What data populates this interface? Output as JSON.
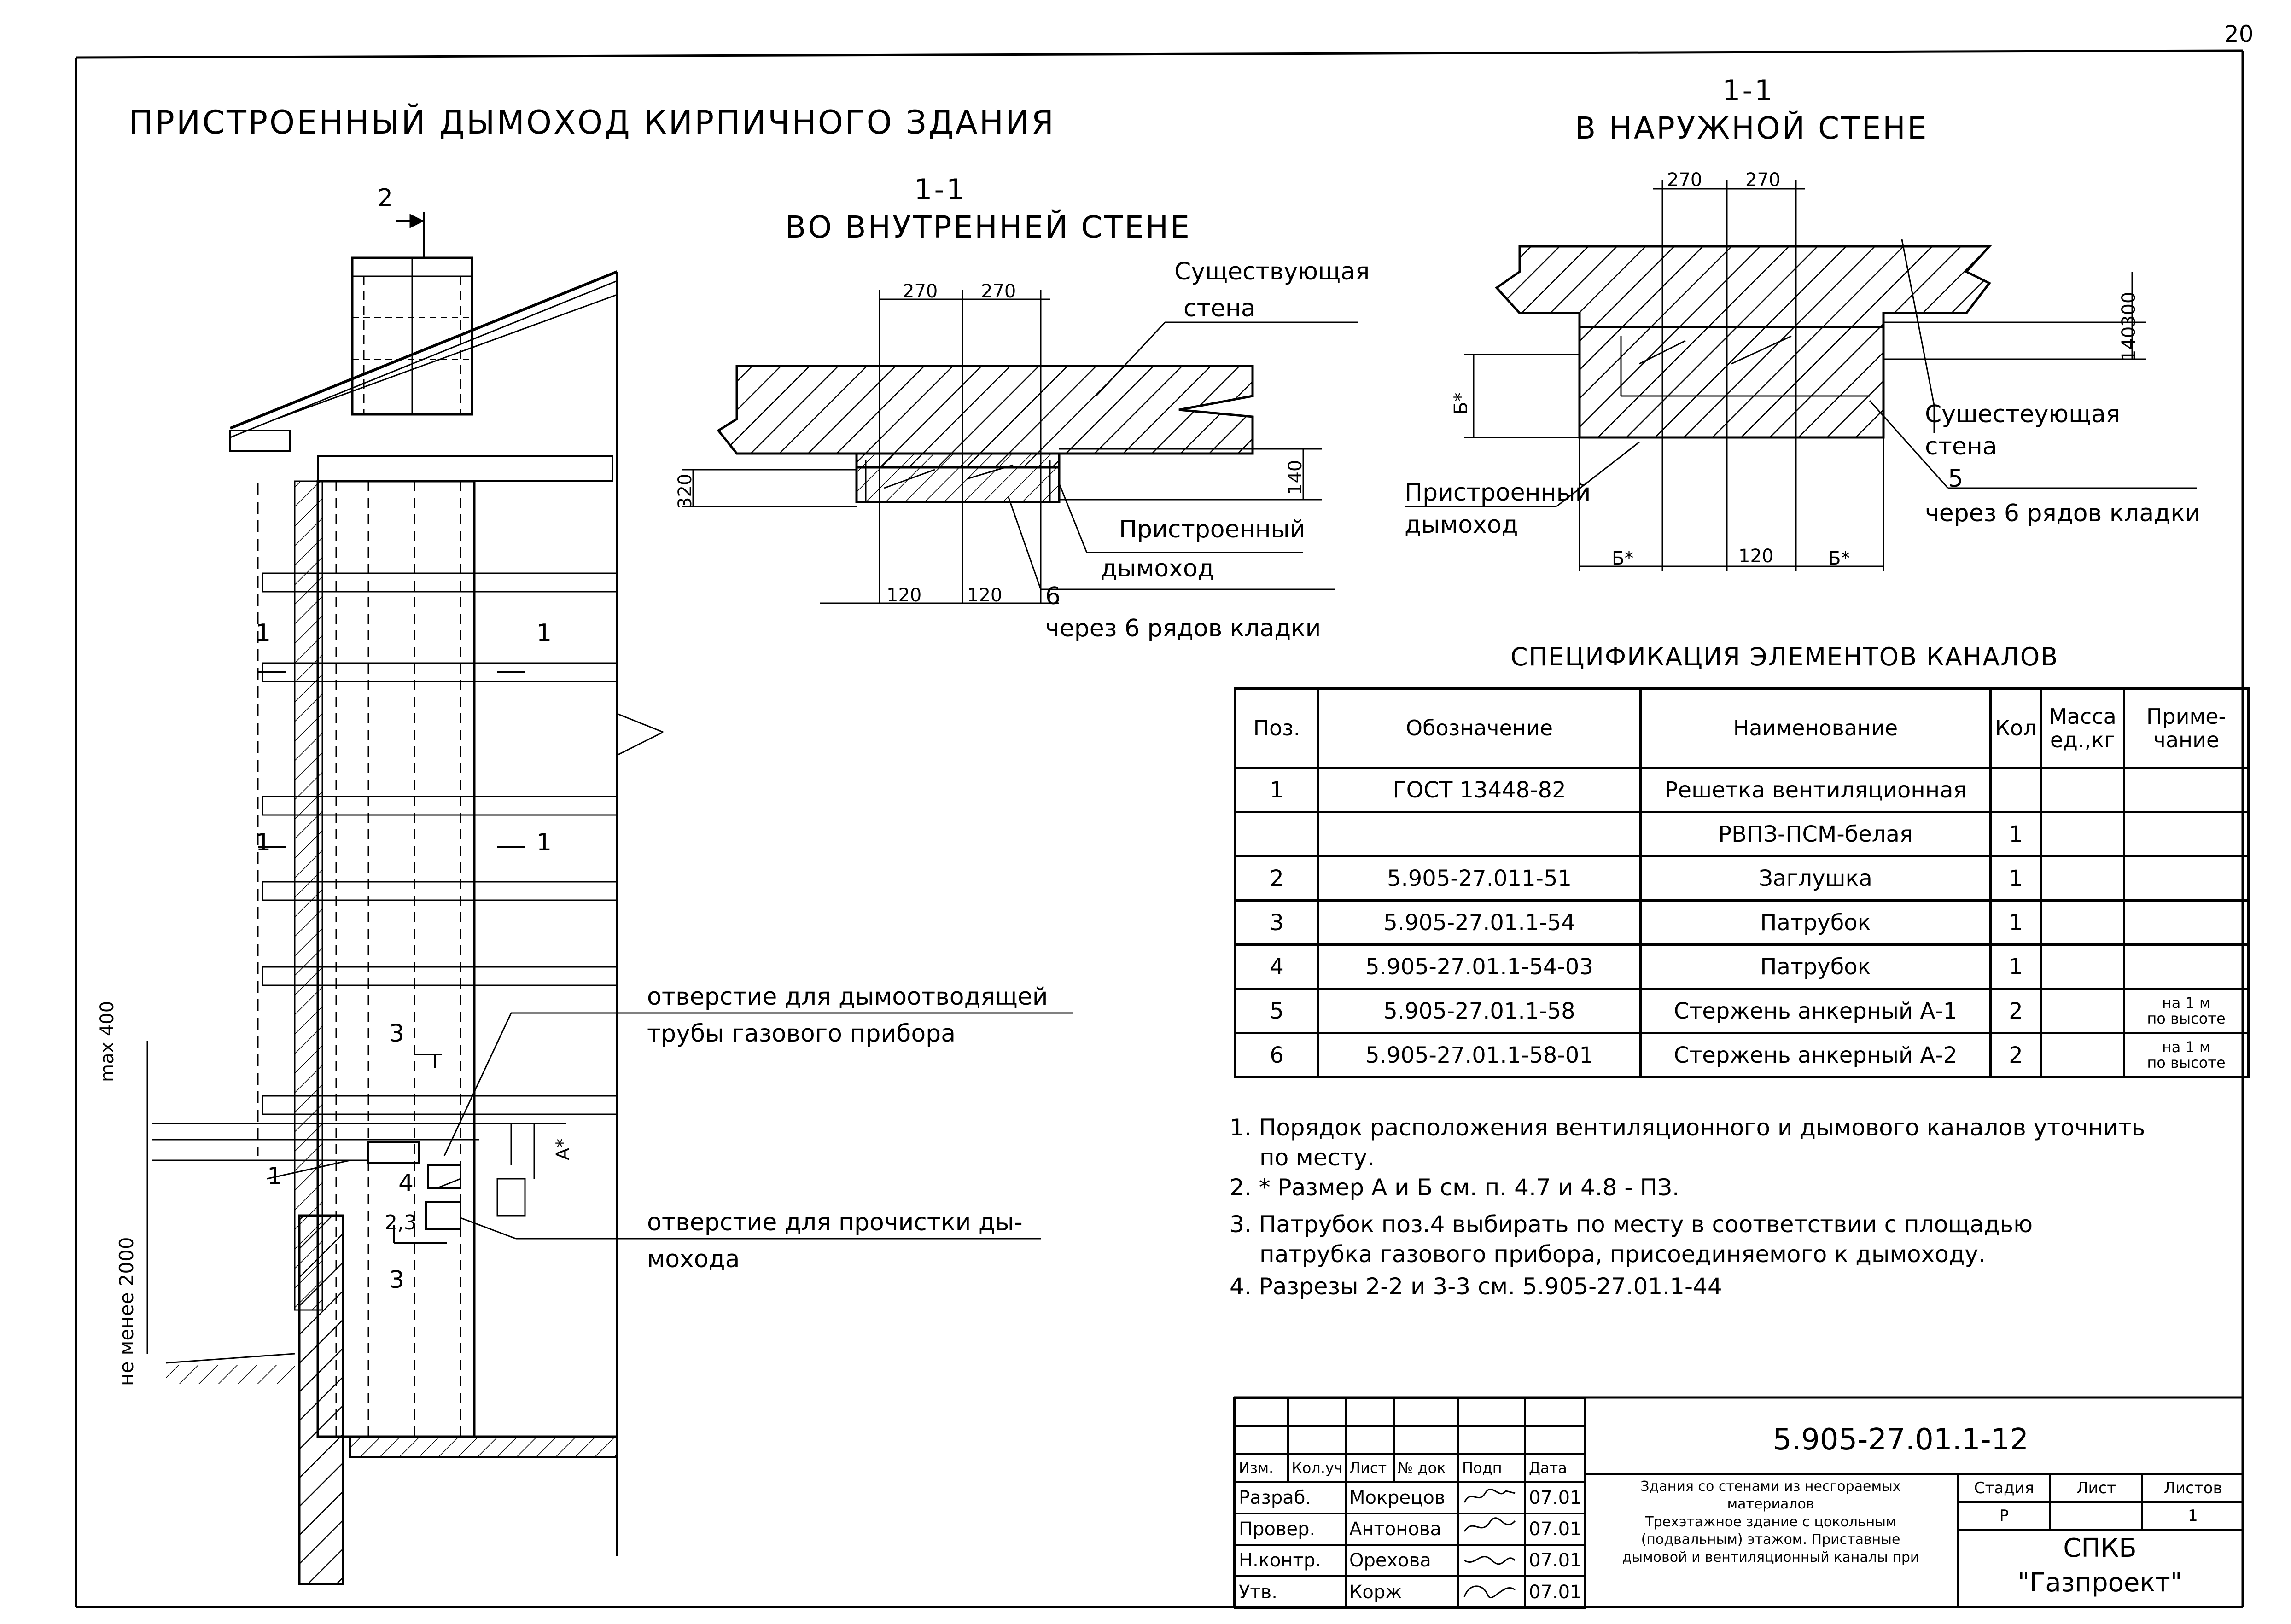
{
  "sheet": {
    "number": "20"
  },
  "main_title": "ПРИСТРОЕННЫЙ ДЫМОХОД КИРПИЧНОГО ЗДАНИЯ",
  "elevation": {
    "section_2": "2",
    "section_1": "1",
    "section_3": "3",
    "pos_1": "1",
    "pos_4": "4",
    "pos_23": "2,3",
    "dim_max400": "max 400",
    "dim_min2000": "не менее 2000",
    "dim_A": "A*",
    "callout_flue": "отверстие для дымоотводящей",
    "callout_flue_2": "трубы газового прибора",
    "callout_clean": "отверстие для прочистки ды-",
    "callout_clean_2": "мохода"
  },
  "section_inner": {
    "num": "1-1",
    "title": "ВО ВНУТРЕННЕЙ СТЕНЕ",
    "label_wall": "Существующая",
    "label_wall_2": "стена",
    "label_chimney": "Пристроенный",
    "label_chimney_2": "дымоход",
    "label_6": "6",
    "label_rows": "через 6 рядов кладки",
    "dim_270a": "270",
    "dim_270b": "270",
    "dim_120a": "120",
    "dim_120b": "120",
    "dim_320": "320",
    "dim_140": "140"
  },
  "section_outer": {
    "num": "1-1",
    "title": "В НАРУЖНОЙ СТЕНЕ",
    "label_wall": "Сушестеующая",
    "label_wall_2": "стена",
    "label_chimney": "Пристроенный",
    "label_chimney_2": "дымоход",
    "label_5": "5",
    "label_rows": "через 6 рядов кладки",
    "dim_270a": "270",
    "dim_270b": "270",
    "dim_120": "120",
    "dim_B1": "Б*",
    "dim_B2": "Б*",
    "dim_B3": "Б*",
    "dim_140": "140",
    "dim_300": "300"
  },
  "spec": {
    "title": "СПЕЦИФИКАЦИЯ ЭЛЕМЕНТОВ КАНАЛОВ",
    "headers": {
      "pos": "Поз.",
      "designation": "Обозначение",
      "name": "Наименование",
      "qty": "Кол",
      "mass": "Масса",
      "mass_2": "ед.,кг",
      "note": "Приме-",
      "note_2": "чание"
    },
    "rows": [
      {
        "pos": "1",
        "designation": "ГОСТ 13448-82",
        "name": "Решетка вентиляционная",
        "qty": "",
        "mass": "",
        "note": "",
        "note_2": ""
      },
      {
        "pos": "",
        "designation": "",
        "name": "РВПЗ-ПСМ-белая",
        "qty": "1",
        "mass": "",
        "note": "",
        "note_2": ""
      },
      {
        "pos": "2",
        "designation": "5.905-27.011-51",
        "name": "Заглушка",
        "qty": "1",
        "mass": "",
        "note": "",
        "note_2": ""
      },
      {
        "pos": "3",
        "designation": "5.905-27.01.1-54",
        "name": "Патрубок",
        "qty": "1",
        "mass": "",
        "note": "",
        "note_2": ""
      },
      {
        "pos": "4",
        "designation": "5.905-27.01.1-54-03",
        "name": "Патрубок",
        "qty": "1",
        "mass": "",
        "note": "",
        "note_2": ""
      },
      {
        "pos": "5",
        "designation": "5.905-27.01.1-58",
        "name": "Стержень анкерный А-1",
        "qty": "2",
        "mass": "",
        "note": "на 1 м",
        "note_2": "по высоте"
      },
      {
        "pos": "6",
        "designation": "5.905-27.01.1-58-01",
        "name": "Стержень анкерный А-2",
        "qty": "2",
        "mass": "",
        "note": "на 1 м",
        "note_2": "по высоте"
      }
    ]
  },
  "notes": {
    "n1": "1. Порядок расположения вентиляционного и дымового каналов уточнить",
    "n1b": "по месту.",
    "n2": "2. * Размер А и Б см. п. 4.7 и 4.8 - ПЗ.",
    "n3": "3. Патрубок поз.4 выбирать по месту в соответствии с площадью",
    "n3b": "патрубка газового прибора, присоединяемого к дымоходу.",
    "n4": "4. Разрезы 2-2 и 3-3 см. 5.905-27.01.1-44"
  },
  "title_block": {
    "code": "5.905-27.01.1-12",
    "headers": {
      "izm": "Изм.",
      "kol": "Кол.уч",
      "list": "Лист",
      "ndok": "№ док",
      "podp": "Подп",
      "data": "Дата"
    },
    "people": [
      {
        "role": "Разраб.",
        "name": "Мокрецов",
        "date": "07.01"
      },
      {
        "role": "Провер.",
        "name": "Антонова",
        "date": "07.01"
      },
      {
        "role": "Н.контр.",
        "name": "Орехова",
        "date": "07.01"
      },
      {
        "role": "Утв.",
        "name": "Корж",
        "date": "07.01"
      }
    ],
    "desc1": "Здания со стенами из несгораемых",
    "desc2": "материалов",
    "desc3": "Трехэтажное здание с цокольным",
    "desc4": "(подвальным) этажом. Приставные",
    "desc5": "дымовой и вентиляционный каналы при",
    "stage_label": "Стадия",
    "sheet_label": "Лист",
    "sheets_label": "Листов",
    "stage": "Р",
    "sheet_val": "",
    "sheets_val": "1",
    "org1": "СПКБ",
    "org2": "\"Газпроект\""
  }
}
